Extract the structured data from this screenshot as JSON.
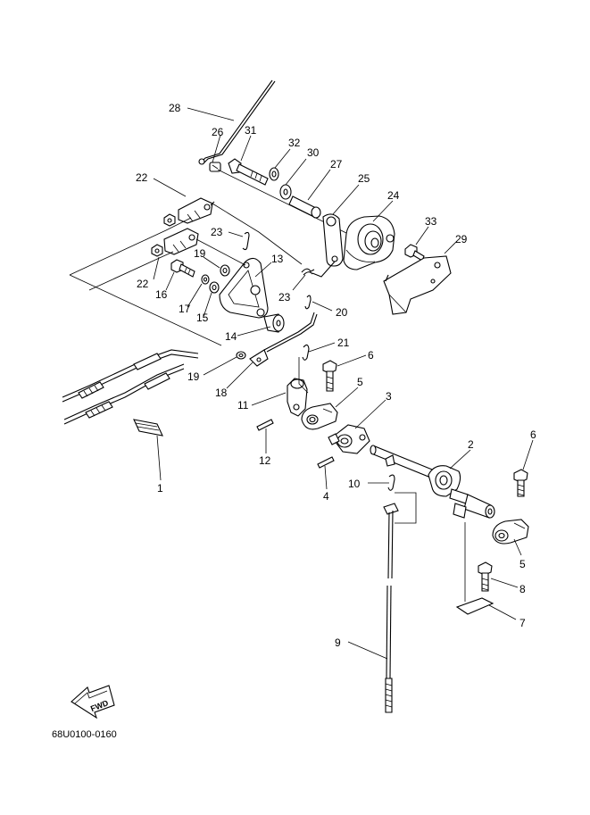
{
  "diagram": {
    "drawing_code": "68U0100-0160",
    "fwd_label": "FWD",
    "callouts": [
      {
        "id": "c28",
        "label": "28"
      },
      {
        "id": "c26",
        "label": "26"
      },
      {
        "id": "c31",
        "label": "31"
      },
      {
        "id": "c32",
        "label": "32"
      },
      {
        "id": "c30",
        "label": "30"
      },
      {
        "id": "c27",
        "label": "27"
      },
      {
        "id": "c25",
        "label": "25"
      },
      {
        "id": "c24",
        "label": "24"
      },
      {
        "id": "c22a",
        "label": "22"
      },
      {
        "id": "c23a",
        "label": "23"
      },
      {
        "id": "c33",
        "label": "33"
      },
      {
        "id": "c29",
        "label": "29"
      },
      {
        "id": "c19a",
        "label": "19"
      },
      {
        "id": "c13",
        "label": "13"
      },
      {
        "id": "c22b",
        "label": "22"
      },
      {
        "id": "c16",
        "label": "16"
      },
      {
        "id": "c17",
        "label": "17"
      },
      {
        "id": "c15",
        "label": "15"
      },
      {
        "id": "c23b",
        "label": "23"
      },
      {
        "id": "c20",
        "label": "20"
      },
      {
        "id": "c14",
        "label": "14"
      },
      {
        "id": "c21",
        "label": "21"
      },
      {
        "id": "c6a",
        "label": "6"
      },
      {
        "id": "c19b",
        "label": "19"
      },
      {
        "id": "c18",
        "label": "18"
      },
      {
        "id": "c5a",
        "label": "5"
      },
      {
        "id": "c3",
        "label": "3"
      },
      {
        "id": "c11",
        "label": "11"
      },
      {
        "id": "c2",
        "label": "2"
      },
      {
        "id": "c6b",
        "label": "6"
      },
      {
        "id": "c12",
        "label": "12"
      },
      {
        "id": "c1",
        "label": "1"
      },
      {
        "id": "c10",
        "label": "10"
      },
      {
        "id": "c4",
        "label": "4"
      },
      {
        "id": "c5b",
        "label": "5"
      },
      {
        "id": "c8",
        "label": "8"
      },
      {
        "id": "c7",
        "label": "7"
      },
      {
        "id": "c9",
        "label": "9"
      }
    ]
  }
}
